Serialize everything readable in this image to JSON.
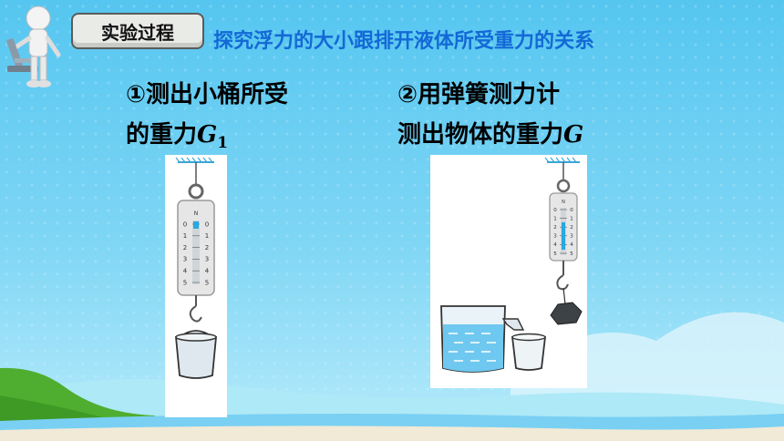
{
  "header": {
    "badge": "实验过程",
    "title": "探究浮力的大小跟排开液体所受重力的关系"
  },
  "steps": [
    {
      "line1": "①测出小桶所受",
      "line2_prefix": "的重力",
      "symbol": "G",
      "subscript": "1"
    },
    {
      "line1": "②用弹簧测力计",
      "line2_prefix": "测出物体的重力",
      "symbol": "G",
      "subscript": ""
    }
  ],
  "scale": {
    "unit_label": "N",
    "ticks": [
      "0",
      "1",
      "2",
      "3",
      "4",
      "5"
    ]
  },
  "colors": {
    "heading": "#1369d6",
    "sky": "#55c6f0",
    "grass": "#4fae2f",
    "water": "#6fc8ef"
  }
}
